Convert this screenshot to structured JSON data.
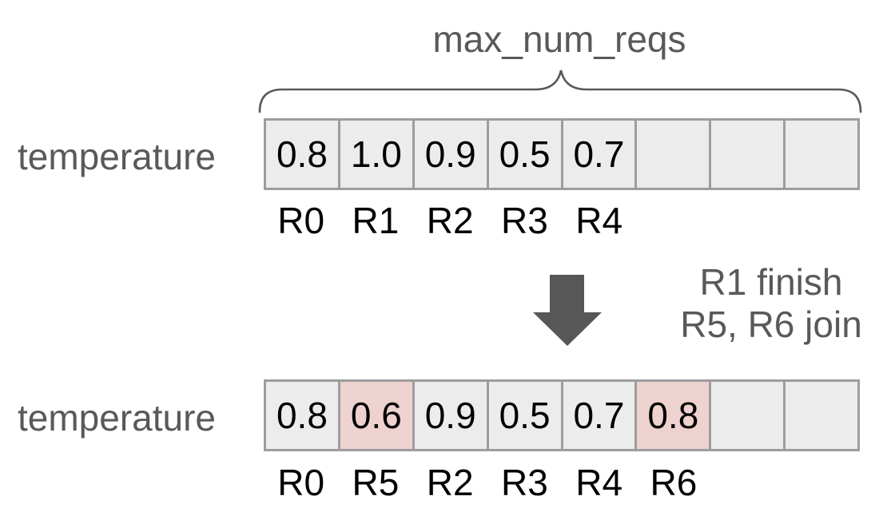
{
  "colors": {
    "cell_bg": "#ececec",
    "cell_border": "#9d9d9d",
    "highlight_bg": "#eed2d0",
    "text_gray": "#595959",
    "brace_gray": "#595959",
    "arrow_gray": "#575757",
    "value_black": "#000000"
  },
  "header": {
    "brace_label": "max_num_reqs"
  },
  "state_before": {
    "row_label": "temperature",
    "cells": [
      {
        "value": "0.8",
        "highlight": false
      },
      {
        "value": "1.0",
        "highlight": false
      },
      {
        "value": "0.9",
        "highlight": false
      },
      {
        "value": "0.5",
        "highlight": false
      },
      {
        "value": "0.7",
        "highlight": false
      },
      {
        "value": "",
        "highlight": false
      },
      {
        "value": "",
        "highlight": false
      },
      {
        "value": "",
        "highlight": false
      }
    ],
    "request_labels": [
      "R0",
      "R1",
      "R2",
      "R3",
      "R4",
      "",
      "",
      ""
    ]
  },
  "transition": {
    "arrow_icon": "down-arrow",
    "note_line1": "R1 finish",
    "note_line2": "R5, R6 join"
  },
  "state_after": {
    "row_label": "temperature",
    "cells": [
      {
        "value": "0.8",
        "highlight": false
      },
      {
        "value": "0.6",
        "highlight": true
      },
      {
        "value": "0.9",
        "highlight": false
      },
      {
        "value": "0.5",
        "highlight": false
      },
      {
        "value": "0.7",
        "highlight": false
      },
      {
        "value": "0.8",
        "highlight": true
      },
      {
        "value": "",
        "highlight": false
      },
      {
        "value": "",
        "highlight": false
      }
    ],
    "request_labels": [
      "R0",
      "R5",
      "R2",
      "R3",
      "R4",
      "R6",
      "",
      ""
    ]
  }
}
